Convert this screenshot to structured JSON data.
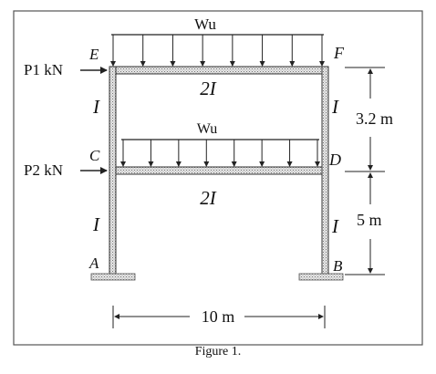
{
  "figure": {
    "caption": "Figure 1.",
    "loads": {
      "top_uniform": "Wu",
      "middle_uniform": "Wu",
      "lateral_top": "P1 kN",
      "lateral_mid": "P2 kN"
    },
    "nodes": {
      "E": "E",
      "F": "F",
      "C": "C",
      "D": "D",
      "A": "A",
      "B": "B"
    },
    "members": {
      "top_beam": "2I",
      "mid_beam": "2I",
      "col_top_left": "I",
      "col_top_right": "I",
      "col_bot_left": "I",
      "col_bot_right": "I"
    },
    "dimensions": {
      "upper_story_height": "3.2 m",
      "lower_story_height": "5 m",
      "span": "10 m"
    }
  }
}
